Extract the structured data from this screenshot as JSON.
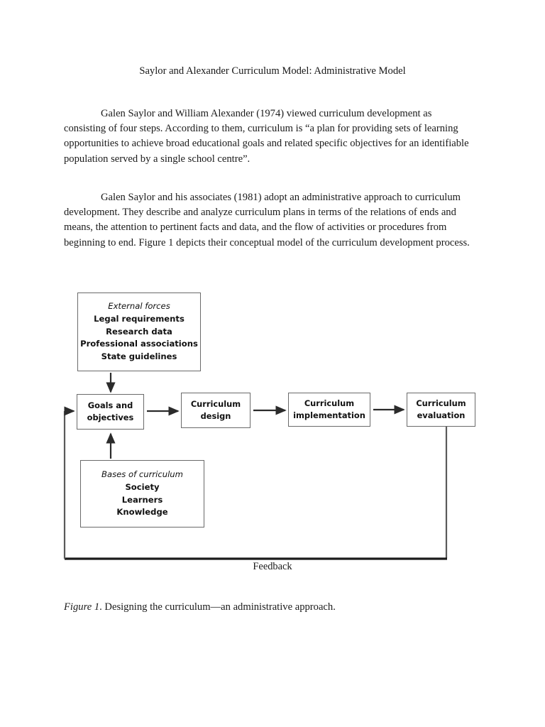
{
  "document": {
    "title": "Saylor and Alexander Curriculum Model: Administrative Model",
    "paragraphs": [
      "Galen Saylor and William Alexander (1974) viewed curriculum development as consisting of four steps. According to them, curriculum is “a plan for providing sets of learning opportunities to achieve broad educational goals and related specific objectives for an identifiable population served by a single school centre”.",
      "Galen Saylor and his associates (1981) adopt an administrative approach to curriculum development. They describe and analyze curriculum plans in terms of the relations of ends and means, the attention to pertinent facts and data, and the flow of activities or procedures from beginning to end. Figure 1 depicts their conceptual model of the curriculum development process."
    ]
  },
  "figure": {
    "caption_number": "Figure 1",
    "caption_text": ". Designing the curriculum—an administrative approach.",
    "feedback_label": "Feedback",
    "external_forces": {
      "heading": "External forces",
      "items": [
        "Legal requirements",
        "Research data",
        "Professional associations",
        "State guidelines"
      ]
    },
    "bases_of_curriculum": {
      "heading": "Bases of curriculum",
      "items": [
        "Society",
        "Learners",
        "Knowledge"
      ]
    },
    "process_boxes": [
      {
        "line1": "Goals and",
        "line2": "objectives"
      },
      {
        "line1": "Curriculum",
        "line2": "design"
      },
      {
        "line1": "Curriculum",
        "line2": "implementation"
      },
      {
        "line1": "Curriculum",
        "line2": "evaluation"
      }
    ],
    "colors": {
      "box_border": "#6a6a6a",
      "connector": "#2b2b2b",
      "text": "#111111",
      "page_background": "#ffffff"
    }
  }
}
